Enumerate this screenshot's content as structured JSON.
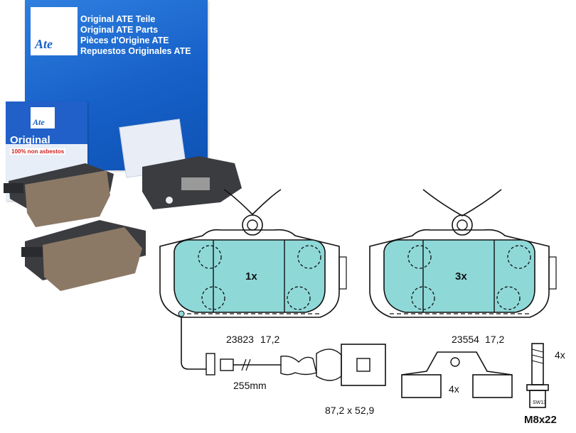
{
  "box": {
    "logo_text": "Ate",
    "lines": [
      "Original ATE Teile",
      "Original ATE Parts",
      "Pièces d'Origine ATE",
      "Repuestos Originales ATE"
    ]
  },
  "small_box": {
    "brand": "Original",
    "note": "100% non asbestos",
    "logo_text": "Ate"
  },
  "pad_left": {
    "count_label": "1x",
    "part_number": "23823",
    "thickness": "17,2"
  },
  "pad_right": {
    "count_label": "3x",
    "part_number": "23554",
    "thickness": "17,2"
  },
  "sensor": {
    "length_label": "255mm"
  },
  "connector": {
    "dimensions_label": "87,2 x 52,9"
  },
  "clip": {
    "count_label": "4x"
  },
  "bolt": {
    "count_label": "4x",
    "size_label": "M8x22",
    "head_label": "SW13"
  },
  "colors": {
    "box_blue": "#1660c8",
    "lining": "#8fd8d8",
    "pad_photo_lining": "#8b7966"
  }
}
